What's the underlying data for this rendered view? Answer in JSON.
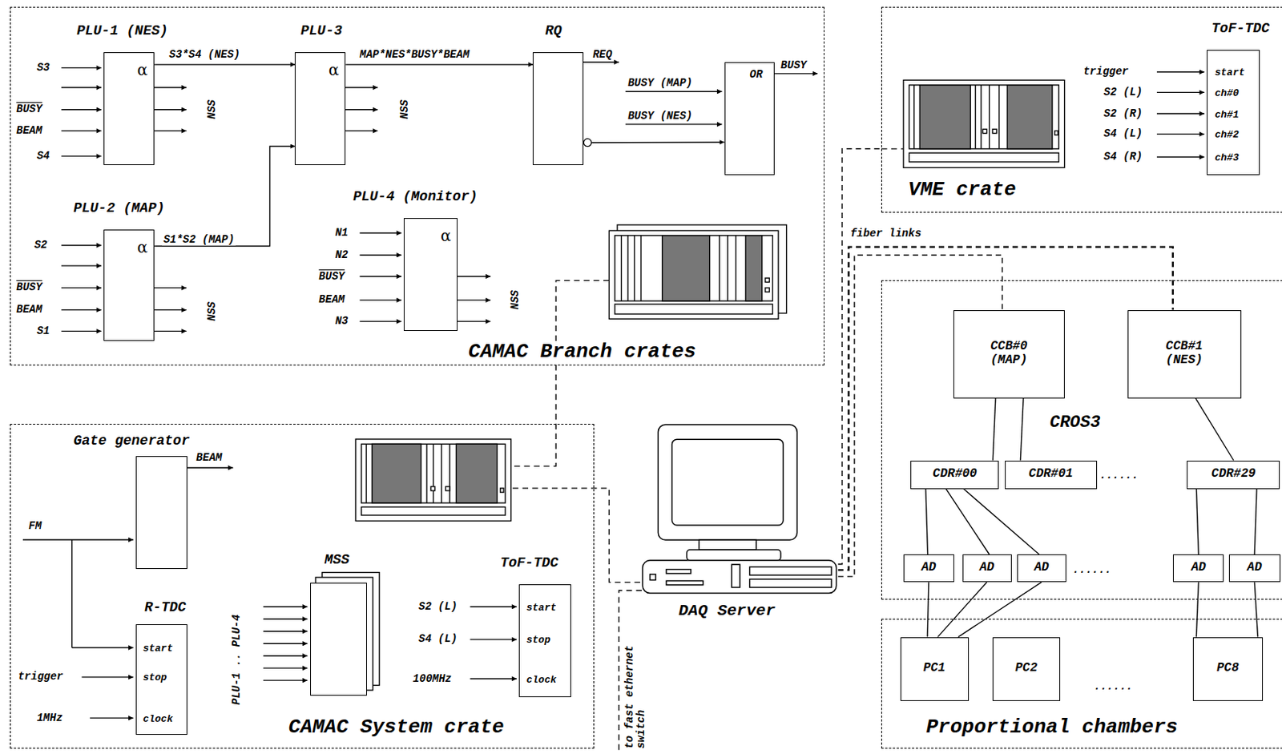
{
  "diagram": {
    "nodes": [
      {
        "text": [
          "CAMAC Branch crates"
        ]
      },
      {
        "text": [
          "PLU-1 (NES)",
          "α"
        ],
        "in": 0
      },
      {
        "text": [
          "PLU-3",
          "α"
        ],
        "in": 0
      },
      {
        "text": [
          "RQ"
        ],
        "in": 0
      },
      {
        "text": [
          "OR"
        ],
        "in": 0
      },
      {
        "text": [
          "PLU-2 (MAP)",
          "α"
        ],
        "in": 0
      },
      {
        "text": [
          "PLU-4 (Monitor)",
          "α"
        ],
        "in": 0
      },
      {
        "text": [
          "VME crate"
        ]
      },
      {
        "text": [
          "ToF-TDC",
          "start",
          "ch#0",
          "ch#1",
          "ch#2",
          "ch#3"
        ],
        "in": 7
      },
      {
        "text": [
          "CAMAC System crate"
        ]
      },
      {
        "text": [
          "Gate generator"
        ],
        "in": 9
      },
      {
        "text": [
          "R-TDC",
          "start",
          "stop",
          "clock"
        ],
        "in": 9
      },
      {
        "text": [
          "MSS"
        ],
        "in": 9
      },
      {
        "text": [
          "ToF-TDC",
          "start",
          "stop",
          "clock"
        ],
        "in": 9
      },
      {
        "text": [
          "DAQ Server"
        ]
      },
      {
        "text": [
          "CROS3"
        ]
      },
      {
        "text": [
          "CCB#0 (MAP)"
        ],
        "in": 15
      },
      {
        "text": [
          "CCB#1 (NES)"
        ],
        "in": 15
      },
      {
        "text": [
          "CDR#00"
        ],
        "in": 15
      },
      {
        "text": [
          "CDR#01"
        ],
        "in": 15
      },
      {
        "text": [
          "CDR#29"
        ],
        "in": 15
      },
      {
        "text": [
          "AD"
        ],
        "in": 15
      },
      {
        "text": [
          "AD"
        ],
        "in": 15
      },
      {
        "text": [
          "AD"
        ],
        "in": 15
      },
      {
        "text": [
          "AD"
        ],
        "in": 15
      },
      {
        "text": [
          "AD"
        ],
        "in": 15
      },
      {
        "text": [
          "Proportional chambers"
        ]
      },
      {
        "text": [
          "PC1"
        ],
        "in": 26
      },
      {
        "text": [
          "PC2"
        ],
        "in": 26
      },
      {
        "text": [
          "PC8"
        ],
        "in": 26
      }
    ],
    "edges": [
      {
        "from": 1,
        "to": 2,
        "arrow": "to",
        "label": "S3*S4 (NES)"
      },
      {
        "from": 5,
        "to": 2,
        "arrow": "to",
        "label": "S1*S2 (MAP)"
      },
      {
        "from": 2,
        "to": 3,
        "arrow": "to",
        "label": "MAP*NES*BUSY*BEAM"
      },
      {
        "from": 3,
        "to": 4,
        "arrow": "to"
      },
      {
        "from": 14,
        "to": 16,
        "arrow": "none"
      },
      {
        "from": 14,
        "to": 17,
        "arrow": "none"
      },
      {
        "from": 14,
        "to": 7,
        "arrow": "none"
      },
      {
        "from": 16,
        "to": 18,
        "arrow": "none"
      },
      {
        "from": 16,
        "to": 19,
        "arrow": "none"
      },
      {
        "from": 17,
        "to": 20,
        "arrow": "none"
      },
      {
        "from": 18,
        "to": 21,
        "arrow": "none"
      },
      {
        "from": 18,
        "to": 22,
        "arrow": "none"
      },
      {
        "from": 18,
        "to": 23,
        "arrow": "none"
      },
      {
        "from": 20,
        "to": 24,
        "arrow": "none"
      },
      {
        "from": 20,
        "to": 25,
        "arrow": "none"
      },
      {
        "from": 21,
        "to": 27,
        "arrow": "none"
      },
      {
        "from": 22,
        "to": 27,
        "arrow": "none"
      },
      {
        "from": 23,
        "to": 27,
        "arrow": "none"
      },
      {
        "from": 24,
        "to": 29,
        "arrow": "none"
      },
      {
        "from": 25,
        "to": 29,
        "arrow": "none"
      }
    ],
    "labels": [
      "S3",
      "BUSY",
      "BEAM",
      "S4",
      "NSS",
      "NSS",
      "S2",
      "BUSY",
      "BEAM",
      "S1",
      "NSS",
      "N1",
      "N2",
      "BUSY",
      "BEAM",
      "N3",
      "NSS",
      "REQ",
      "BUSY (MAP)",
      "BUSY (NES)",
      "BUSY",
      "trigger",
      "S2 (L)",
      "S2 (R)",
      "S4 (L)",
      "S4 (R)",
      "fiber links",
      "BEAM",
      "FM",
      "trigger",
      "1MHz",
      "PLU-1 .. PLU-4",
      "S2 (L)",
      "S4 (L)",
      "100MHz",
      "to fast ethernet switch",
      "......",
      "......",
      "......"
    ]
  }
}
